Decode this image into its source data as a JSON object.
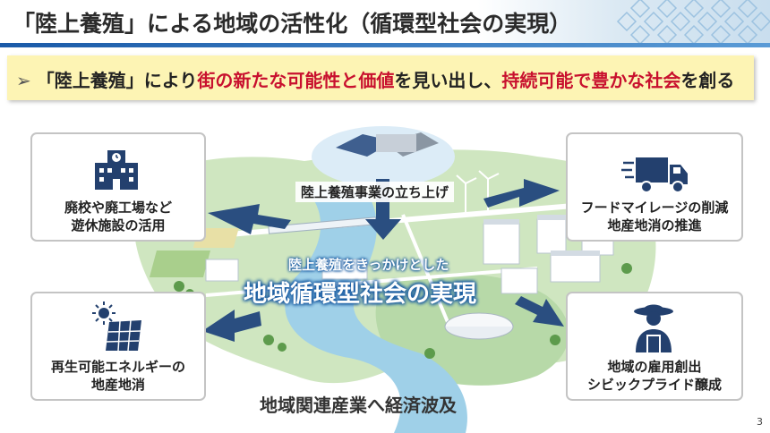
{
  "title": "「陸上養殖」による地域の活性化（循環型社会の実現）",
  "banner": {
    "bullet": "➢",
    "segments": [
      {
        "text": "「陸上養殖」により",
        "highlight": false
      },
      {
        "text": "街の新たな可能性と価値",
        "highlight": true
      },
      {
        "text": "を見い出し、",
        "highlight": false
      },
      {
        "text": "持続可能で豊かな社会",
        "highlight": true
      },
      {
        "text": "を創る",
        "highlight": false
      }
    ]
  },
  "center": {
    "top_label": "陸上養殖事業の立ち上げ",
    "small": "陸上養殖をきっかけとした",
    "big": "地域循環型社会の実現",
    "bottom": "地域関連産業へ経済波及"
  },
  "boxes": {
    "top_left": {
      "line1": "廃校や廃工場など",
      "line2": "遊休施設の活用",
      "icon": "school-building-icon"
    },
    "bottom_left": {
      "line1": "再生可能エネルギーの",
      "line2": "地産地消",
      "icon": "solar-panel-icon"
    },
    "top_right": {
      "line1": "フードマイレージの削減",
      "line2": "地産地消の推進",
      "icon": "delivery-truck-icon"
    },
    "bottom_right": {
      "line1": "地域の雇用創出",
      "line2": "シビックプライド醸成",
      "icon": "farmer-icon"
    }
  },
  "page_number": "3",
  "colors": {
    "accent_blue": "#1b5da3",
    "highlight_red": "#c8102e",
    "banner_yellow": "#fdf4b4",
    "icon_navy": "#23406e"
  }
}
